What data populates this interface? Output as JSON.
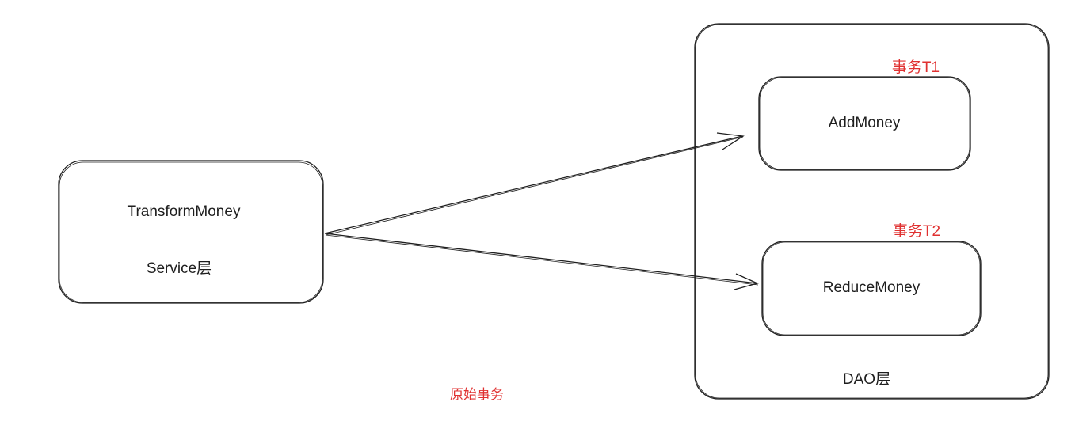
{
  "service_box": {
    "title": "TransformMoney",
    "layer": "Service层"
  },
  "dao_container": {
    "label": "DAO层"
  },
  "add_box": {
    "title": "AddMoney",
    "transaction": "事务T1"
  },
  "reduce_box": {
    "title": "ReduceMoney",
    "transaction": "事务T2"
  },
  "caption": "原始事务",
  "colors": {
    "stroke": "#1e1e1e",
    "accent": "#e03131"
  }
}
